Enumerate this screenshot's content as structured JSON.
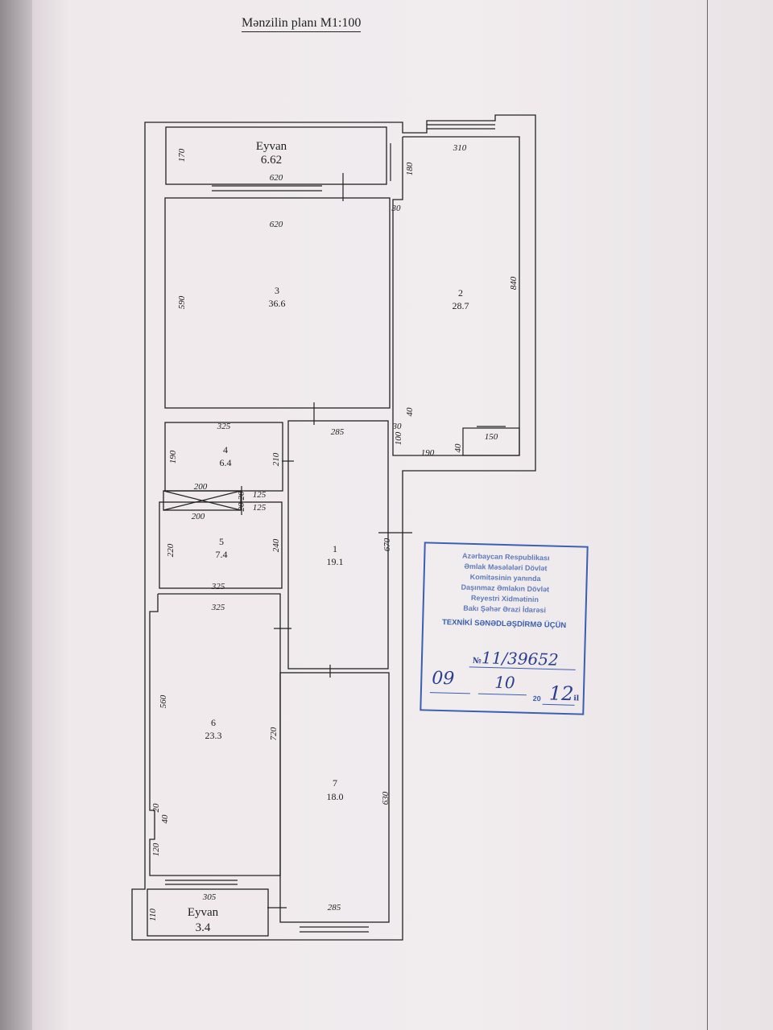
{
  "document": {
    "title": "Mənzilin planı M1:100"
  },
  "rooms": [
    {
      "id": "1",
      "area": "19.1"
    },
    {
      "id": "2",
      "area": "28.7"
    },
    {
      "id": "3",
      "area": "36.6"
    },
    {
      "id": "4",
      "area": "6.4"
    },
    {
      "id": "5",
      "area": "7.4"
    },
    {
      "id": "6",
      "area": "23.3"
    },
    {
      "id": "7",
      "area": "18.0"
    }
  ],
  "balconies": [
    {
      "name": "Eyvan",
      "area": "6.62"
    },
    {
      "name": "Eyvan",
      "area": "3.4"
    }
  ],
  "dimensions": {
    "balcony_top_depth": "170",
    "balcony_top_width": "620",
    "room3_width": "620",
    "room3_depth": "590",
    "room2_width": "310",
    "room2_depth": "840",
    "corner_180": "180",
    "corner_30a": "30",
    "corner_40a": "40",
    "corner_30b": "30",
    "corner_100": "100",
    "room2_bottom_190": "190",
    "room2_bottom_40": "40",
    "room2_bottom_150": "150",
    "hall_width": "285",
    "hall_depth": "670",
    "room4_width": "325",
    "room4_depth": "190",
    "room4_side": "210",
    "closet_width_a": "200",
    "closet_width_b": "200",
    "closet_20": "20",
    "closet_20b": "20",
    "closet_125a": "125",
    "closet_125b": "125",
    "room5_depth": "220",
    "room5_side": "240",
    "room5_width": "325",
    "room6_width": "325",
    "room6_depth": "560",
    "room6_side": "720",
    "room6_notch_20": "20",
    "room6_notch_40": "40",
    "room6_notch_120": "120",
    "room7_depth": "630",
    "room7_width": "285",
    "balcony_bottom_width": "305",
    "balcony_bottom_depth": "110"
  },
  "stamp": {
    "org_lines": [
      "Azərbaycan Respublikası",
      "Əmlak Məsələləri Dövlət",
      "Komitəsinin yanında",
      "Daşınmaz Əmlakın Dövlət",
      "Reyestri Xidmətinin",
      "Bakı Şəhər Ərazi İdarəsi"
    ],
    "dept": "TEXNİKİ SƏNƏDLƏŞDİRMƏ ÜÇÜN",
    "number_prefix": "№",
    "number": "11/39652",
    "day": "09",
    "month": "10",
    "year_prefix": "20",
    "year": "12",
    "year_suffix": "il"
  },
  "colors": {
    "stamp": "#3b5fb0",
    "walls": "#222222",
    "paper": "#f1ecee"
  }
}
